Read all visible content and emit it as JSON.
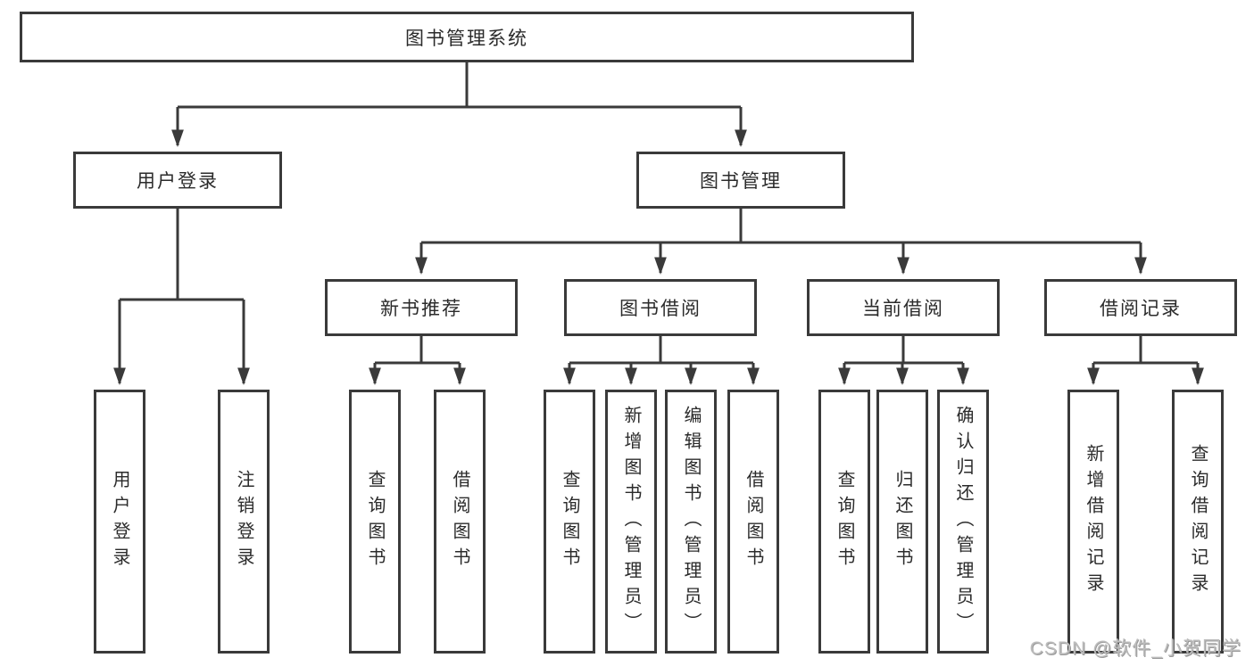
{
  "diagram": {
    "root": {
      "label": "图书管理系统"
    },
    "level2": [
      {
        "id": "user-login",
        "label": "用户登录"
      },
      {
        "id": "book-management",
        "label": "图书管理"
      }
    ],
    "level3": [
      {
        "id": "new-book-recommend",
        "parent": "图书管理",
        "label": "新书推荐"
      },
      {
        "id": "book-borrow",
        "parent": "图书管理",
        "label": "图书借阅"
      },
      {
        "id": "current-borrow",
        "parent": "图书管理",
        "label": "当前借阅"
      },
      {
        "id": "borrow-records",
        "parent": "图书管理",
        "label": "借阅记录"
      }
    ],
    "leaves": [
      {
        "parent": "用户登录",
        "label": "用户登录"
      },
      {
        "parent": "用户登录",
        "label": "注销登录"
      },
      {
        "parent": "新书推荐",
        "label": "查询图书"
      },
      {
        "parent": "新书推荐",
        "label": "借阅图书"
      },
      {
        "parent": "图书借阅",
        "label": "查询图书"
      },
      {
        "parent": "图书借阅",
        "label": "新增图书（管理员）"
      },
      {
        "parent": "图书借阅",
        "label": "编辑图书（管理员）"
      },
      {
        "parent": "图书借阅",
        "label": "借阅图书"
      },
      {
        "parent": "当前借阅",
        "label": "查询图书"
      },
      {
        "parent": "当前借阅",
        "label": "归还图书"
      },
      {
        "parent": "当前借阅",
        "label": "确认归还（管理员）"
      },
      {
        "parent": "借阅记录",
        "label": "新增借阅记录"
      },
      {
        "parent": "借阅记录",
        "label": "查询借阅记录"
      }
    ],
    "watermark": "CSDN @软件_小贺同学",
    "colors": {
      "line": "#3a3a3a",
      "text": "#2b2b2b",
      "background": "#ffffff",
      "watermark": "#bdbdbd"
    }
  }
}
